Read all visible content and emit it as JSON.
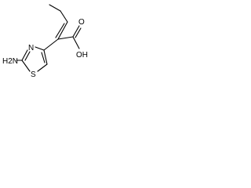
{
  "molecule": {
    "atoms": {
      "oxygen_carbonyl": "O",
      "hydroxyl": "OH",
      "ring_nitrogen": "N",
      "ring_sulfur": "S",
      "amino_group": "H2N"
    }
  }
}
